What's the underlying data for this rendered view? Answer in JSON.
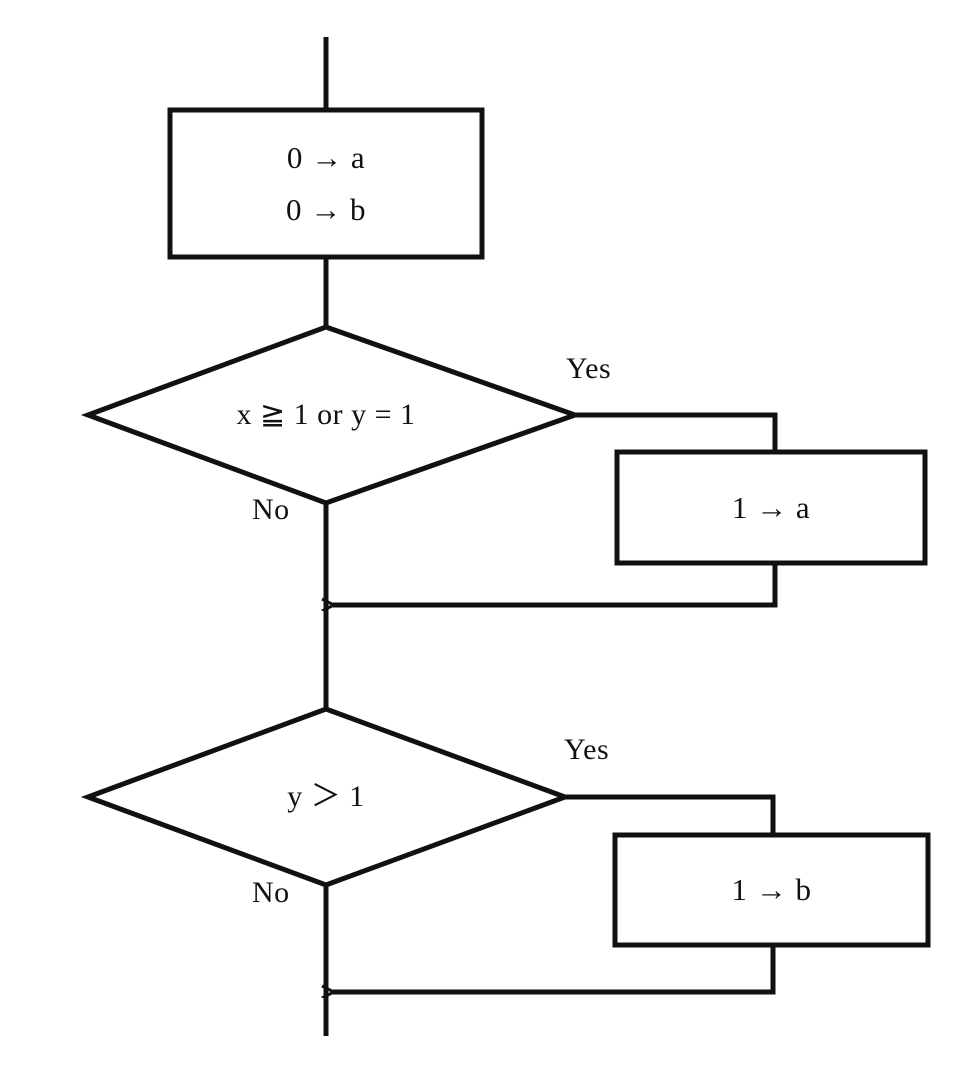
{
  "diagram": {
    "type": "flowchart",
    "title": "Assignment and conditional flowchart",
    "stroke_color": "#111111",
    "background_color": "#ffffff",
    "nodes": [
      {
        "id": "entry",
        "kind": "entry-line",
        "label": ""
      },
      {
        "id": "init",
        "kind": "process",
        "line1": "0 → a",
        "line2": "0 → b"
      },
      {
        "id": "cond1",
        "kind": "decision",
        "text": "x ≧ 1 or y = 1",
        "yes_label": "Yes",
        "no_label": "No"
      },
      {
        "id": "set_a",
        "kind": "process",
        "text": "1 → a"
      },
      {
        "id": "cond2",
        "kind": "decision",
        "text": "y ＞ 1",
        "yes_label": "Yes",
        "no_label": "No"
      },
      {
        "id": "set_b",
        "kind": "process",
        "text": "1 → b"
      },
      {
        "id": "exit",
        "kind": "exit-line",
        "label": ""
      }
    ],
    "edges": [
      {
        "from": "entry",
        "to": "init",
        "label": ""
      },
      {
        "from": "init",
        "to": "cond1",
        "label": ""
      },
      {
        "from": "cond1",
        "to": "set_a",
        "label": "Yes"
      },
      {
        "from": "cond1",
        "to": "merge1",
        "label": "No"
      },
      {
        "from": "set_a",
        "to": "merge1",
        "label": ""
      },
      {
        "from": "merge1",
        "to": "cond2",
        "label": ""
      },
      {
        "from": "cond2",
        "to": "set_b",
        "label": "Yes"
      },
      {
        "from": "cond2",
        "to": "merge2",
        "label": "No"
      },
      {
        "from": "set_b",
        "to": "merge2",
        "label": ""
      },
      {
        "from": "merge2",
        "to": "exit",
        "label": ""
      }
    ]
  },
  "labels": {
    "init_line1": "0 → a",
    "init_line2": "0 → b",
    "cond1_text": "x ≧ 1 or y = 1",
    "cond1_yes": "Yes",
    "cond1_no": "No",
    "set_a_text": "1 → a",
    "cond2_text": "y ＞ 1",
    "cond2_yes": "Yes",
    "cond2_no": "No",
    "set_b_text": "1 → b"
  }
}
